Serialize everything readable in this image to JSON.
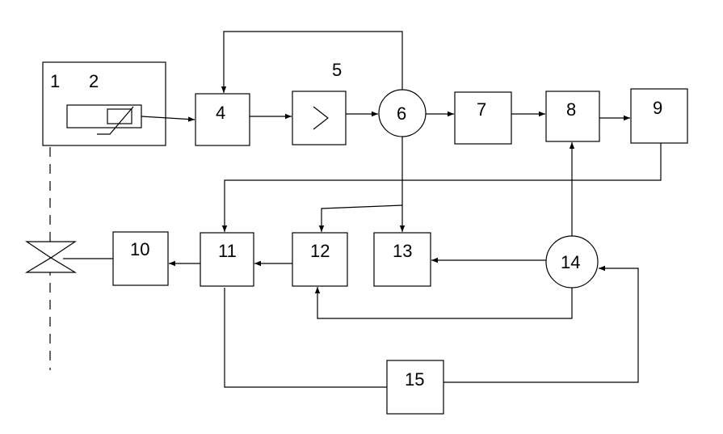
{
  "labels": {
    "n1": "1",
    "n2": "2",
    "n4": "4",
    "n5": "5",
    "n6": "6",
    "n7": "7",
    "n8": "8",
    "n9": "9",
    "n10": "10",
    "n11": "11",
    "n12": "12",
    "n13": "13",
    "n14": "14",
    "n15": "15"
  },
  "symbols": {
    "amplifier": "amplifier-symbol",
    "valve": "valve-icon",
    "sensor": "sensor-element-icon"
  }
}
